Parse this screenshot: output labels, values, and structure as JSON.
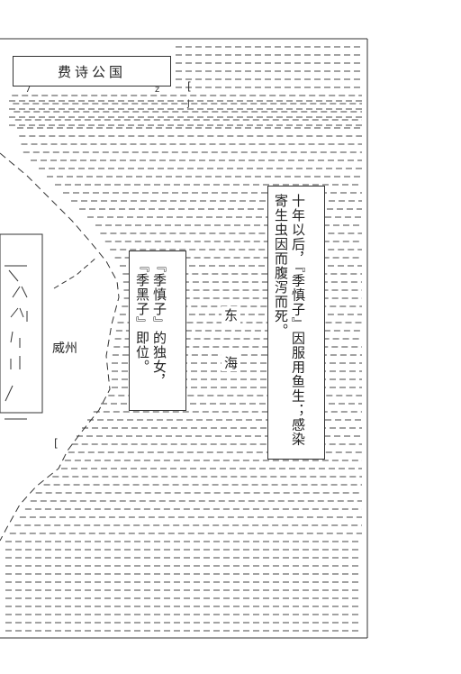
{
  "title": "费诗公国",
  "caption_right": "十年以后，『季慎子』因服用鱼生；感染寄生虫因而腹泻而死。",
  "caption_middle": "『季慎子』的独女，『季黑子』即位。",
  "place_weizhou": "威州",
  "sea_dong": "东",
  "sea_hai": "海"
}
